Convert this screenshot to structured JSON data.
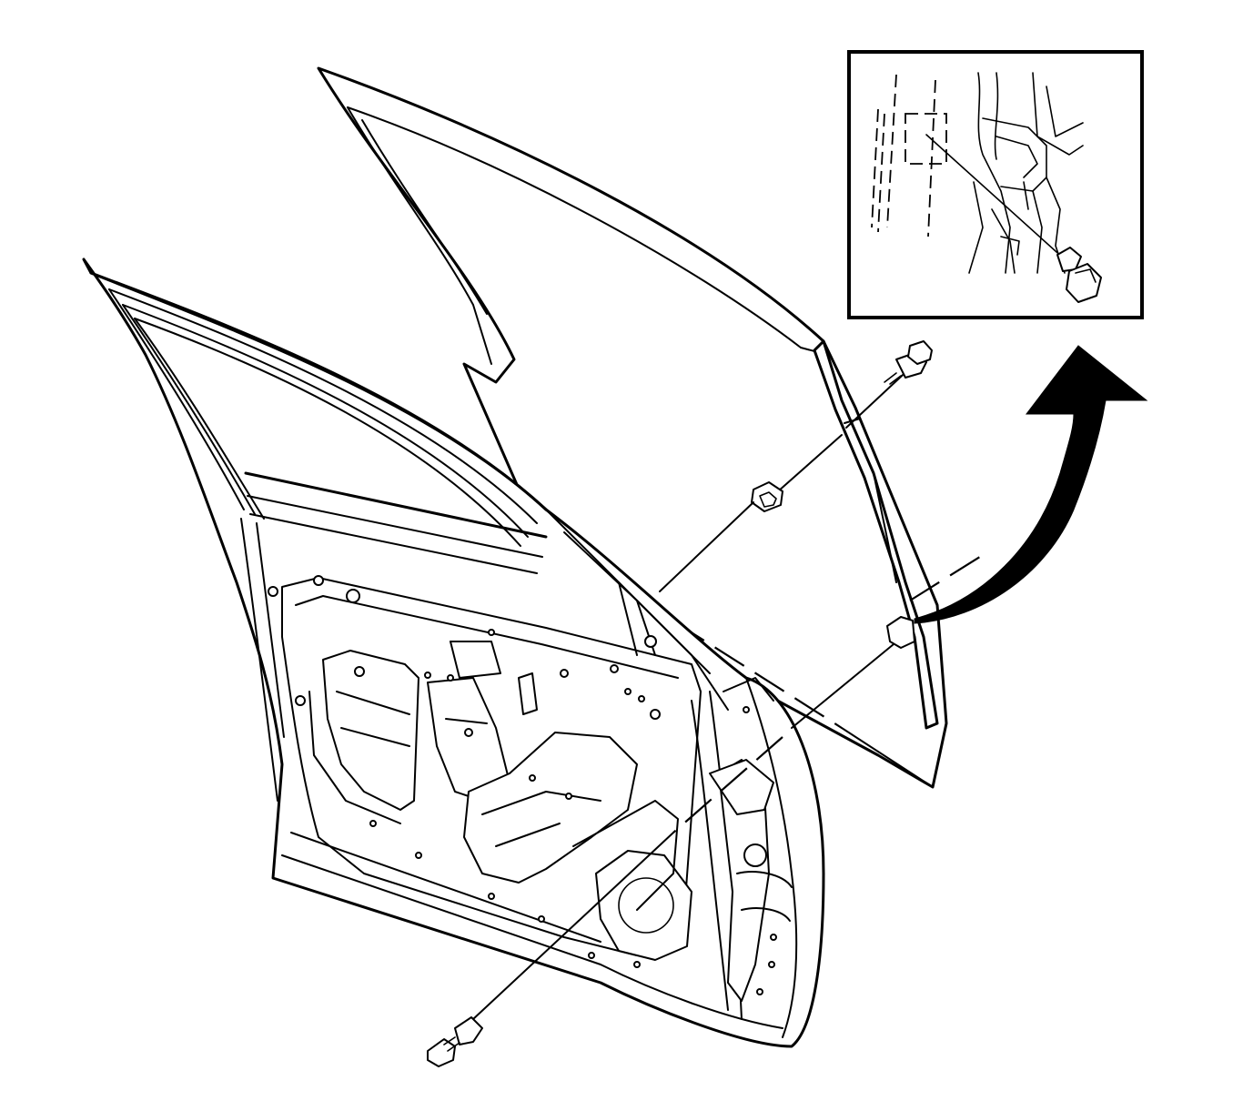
{
  "diagram": {
    "subject": "door-glass-removal",
    "parts": [
      "door-frame",
      "window-glass",
      "rear-glass-channel",
      "glass-channel-bolt",
      "channel-nut",
      "channel-bracket",
      "lower-channel-bolt",
      "detail-callout",
      "direction-arrow"
    ],
    "colors": {
      "line": "#000000",
      "background": "#ffffff"
    }
  }
}
